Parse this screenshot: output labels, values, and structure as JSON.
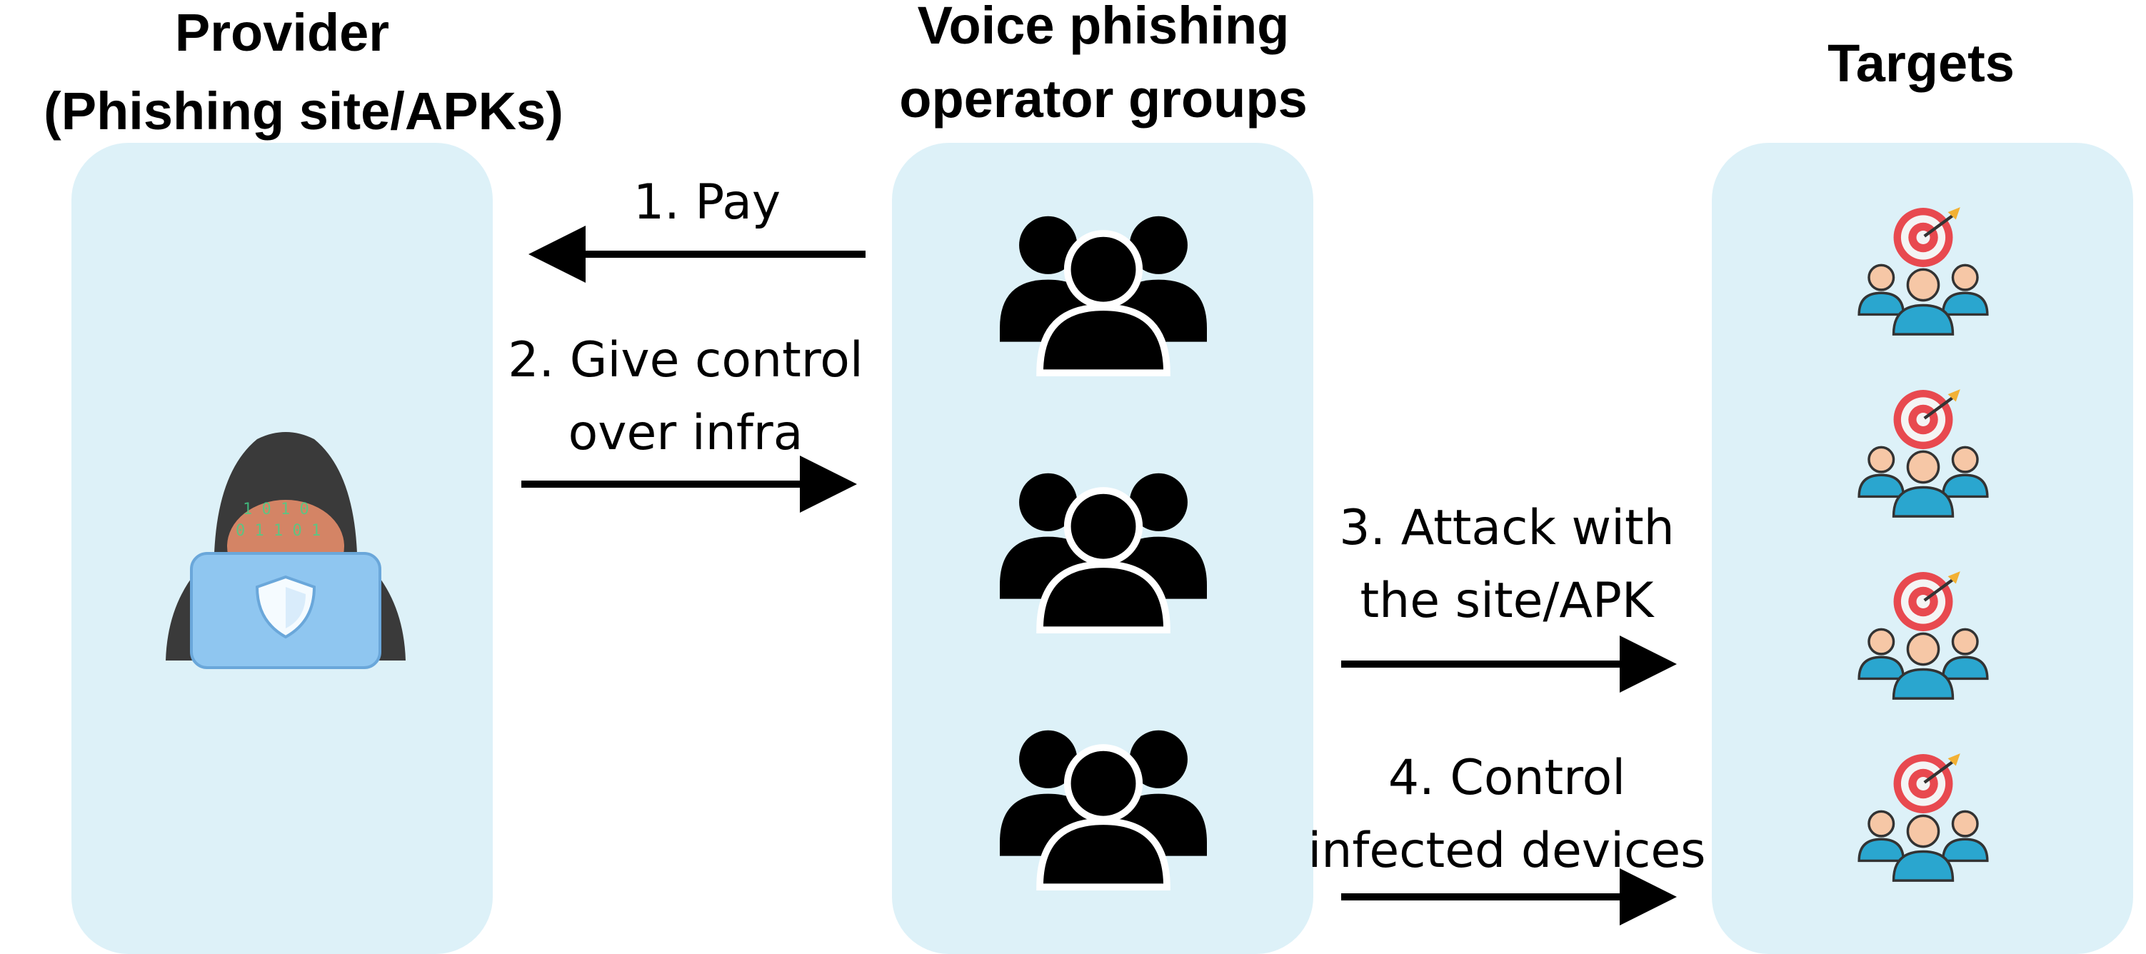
{
  "colors": {
    "panel": "#ddf1f8",
    "arrow": "#000000",
    "person_dark": "#000000",
    "target_red": "#e8494f",
    "target_light": "#f4f4f4",
    "arrow_gold": "#f2b134",
    "person_skin": "#f6c7a6",
    "person_blue": "#2aa6cf",
    "laptop_blue": "#8fc6f0",
    "hood_dark": "#3a3a3a"
  },
  "columns": {
    "provider": {
      "title_line1": "Provider",
      "title_line2": "(Phishing site/APKs)"
    },
    "operators": {
      "title_line1": "Voice phishing",
      "title_line2": "operator groups"
    },
    "targets": {
      "title": "Targets"
    }
  },
  "arrows": {
    "pay": {
      "line1": "1. Pay",
      "direction": "left"
    },
    "give_control": {
      "line1": "2. Give control",
      "line2": "over infra",
      "direction": "right"
    },
    "attack": {
      "line1": "3. Attack with",
      "line2": "the site/APK",
      "direction": "right"
    },
    "control_devices": {
      "line1": "4. Control",
      "line2": "infected devices",
      "direction": "right"
    }
  },
  "icons": {
    "provider": "hacker-with-laptop-icon",
    "operator_group": "group-of-people-icon",
    "target_group": "target-audience-icon"
  }
}
